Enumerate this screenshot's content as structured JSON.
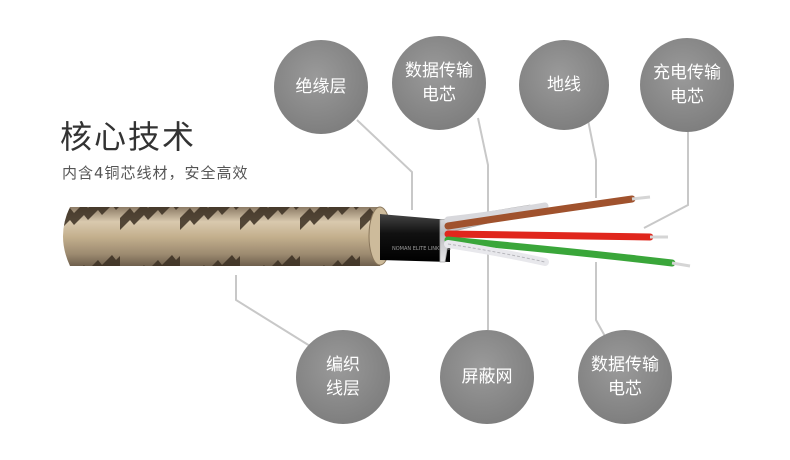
{
  "heading": {
    "title": "核心技术",
    "subtitle": "内含4铜芯线材，安全高效"
  },
  "cable": {
    "jacket_print": "NOMAN ELITE LINK PRO"
  },
  "labels": {
    "insulation": "绝缘层",
    "data_core_top": "数据传输\n电芯",
    "ground": "地线",
    "charge_core": "充电传输\n电芯",
    "braided_layer": "编织\n线层",
    "shield_net": "屏蔽网",
    "data_core_bottom": "数据传输\n电芯"
  },
  "colors": {
    "bubble": "#808080",
    "leader": "#c8c8c8",
    "wire_brown": "#a0522d",
    "wire_red": "#e0261c",
    "wire_green": "#3aa63a",
    "wire_white": "#e8e8ec"
  }
}
